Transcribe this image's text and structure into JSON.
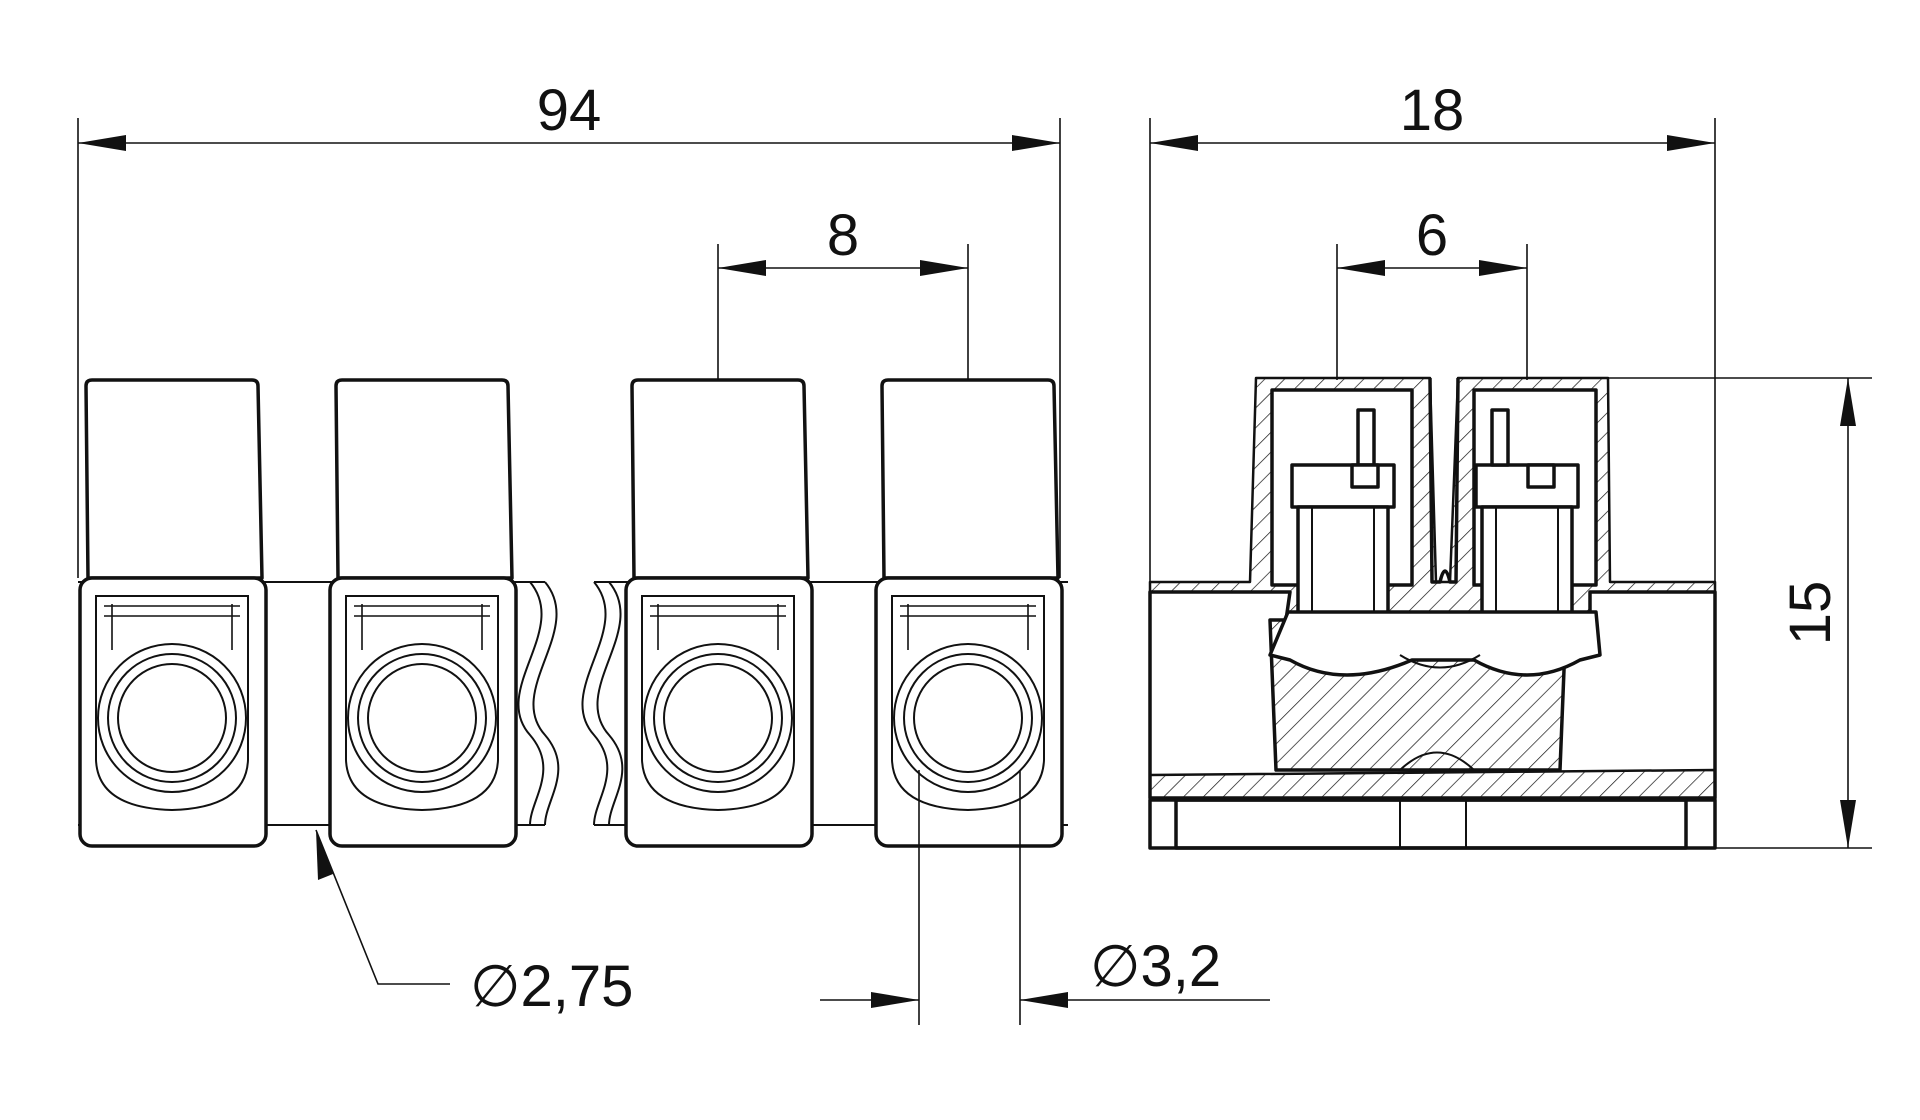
{
  "front_view": {
    "overall_length": "94",
    "terminal_pitch": "8",
    "hole_diameter": "∅2,75",
    "screw_diameter": "∅3,2"
  },
  "side_view": {
    "overall_width": "18",
    "screw_spacing": "6",
    "height": "15"
  }
}
